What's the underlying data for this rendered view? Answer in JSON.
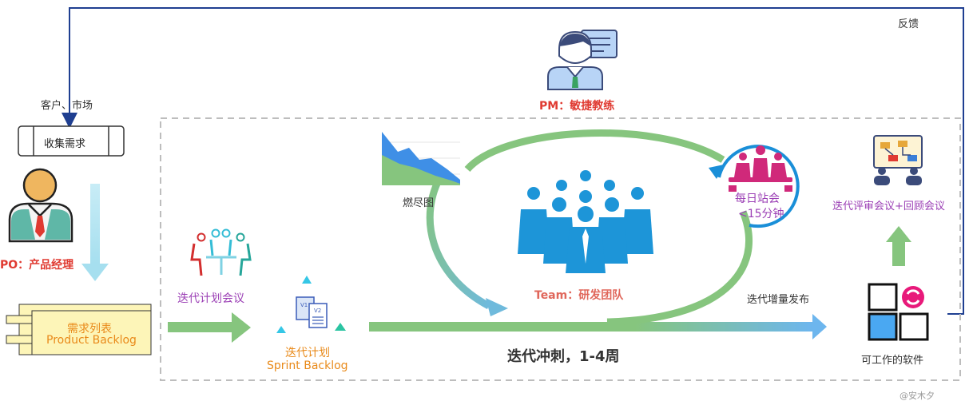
{
  "labels": {
    "feedback": "反馈",
    "customer_market": "客户、市场",
    "collect_requirements": "收集需求",
    "po": "PO：产品经理",
    "backlog_cn": "需求列表",
    "backlog_en": "Product Backlog",
    "planning_meeting": "迭代计划会议",
    "sprint_plan_cn": "迭代计划",
    "sprint_plan_en": "Sprint Backlog",
    "v1": "V1",
    "v2": "V2",
    "pm": "PM：敏捷教练",
    "burndown": "燃尽图",
    "team": "Team：研发团队",
    "standup_line1": "每日站会",
    "standup_line2": "<15分钟",
    "sprint": "迭代冲刺，1-4周",
    "release": "迭代增量发布",
    "review_retro": "迭代评审会议+回顾会议",
    "working_software": "可工作的软件",
    "watermark": "@安木夕"
  },
  "colors": {
    "feedback_line": "#1f3f91",
    "red_label": "#e03a31",
    "purple_label": "#9b3fb5",
    "orange_label": "#e98a1a",
    "team_label": "#e0675b",
    "green_arrow": "#86c57e",
    "light_blue": "#aee3f2",
    "team_blue": "#1d95d8",
    "standup_ring": "#1a8fd8",
    "standup_people": "#d0297a",
    "backlog_fill": "#fdf5b8",
    "dashed_border": "#bdbdbd"
  }
}
